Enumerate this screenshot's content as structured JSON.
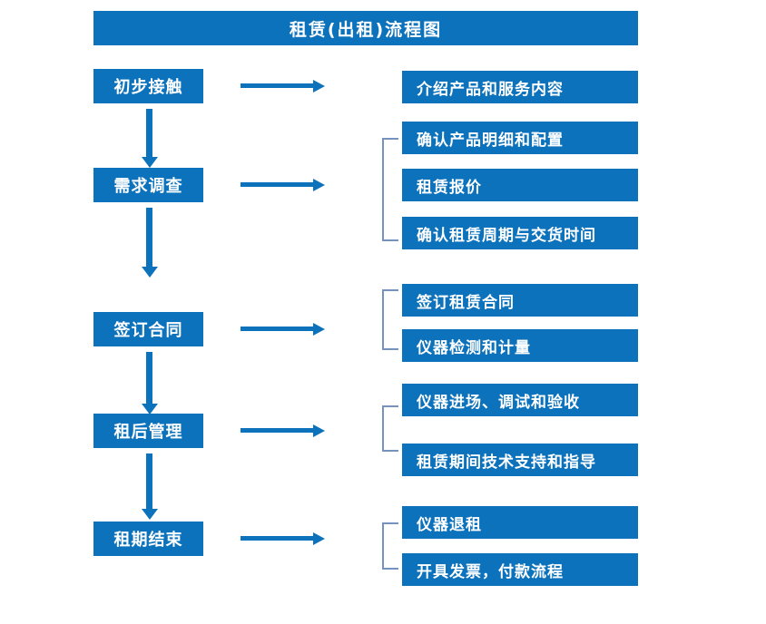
{
  "diagram": {
    "title": "租赁(出租)流程图",
    "accent_color": "#0D72BC",
    "bracket_color": "#7593BE",
    "title_text_color": "#FFFFFF",
    "background_color": "#FFFFFF",
    "stages": [
      {
        "label": "初步接触",
        "details": [
          "介绍产品和服务内容"
        ],
        "has_bracket": false,
        "has_arrow_to_details": true,
        "has_arrow_to_next": true
      },
      {
        "label": "需求调查",
        "details": [
          "确认产品明细和配置",
          "租赁报价",
          "确认租赁周期与交货时间"
        ],
        "has_bracket": true,
        "has_arrow_to_details": true,
        "has_arrow_to_next": true
      },
      {
        "label": "签订合同",
        "details": [
          "签订租赁合同",
          "仪器检测和计量"
        ],
        "has_bracket": true,
        "has_arrow_to_details": true,
        "has_arrow_to_next": true
      },
      {
        "label": "租后管理",
        "details": [
          "仪器进场、调试和验收",
          "租赁期间技术支持和指导"
        ],
        "has_bracket": true,
        "has_arrow_to_details": true,
        "has_arrow_to_next": true
      },
      {
        "label": "租期结束",
        "details": [
          "仪器退租",
          "开具发票，付款流程"
        ],
        "has_bracket": true,
        "has_arrow_to_details": true,
        "has_arrow_to_next": false
      }
    ]
  }
}
